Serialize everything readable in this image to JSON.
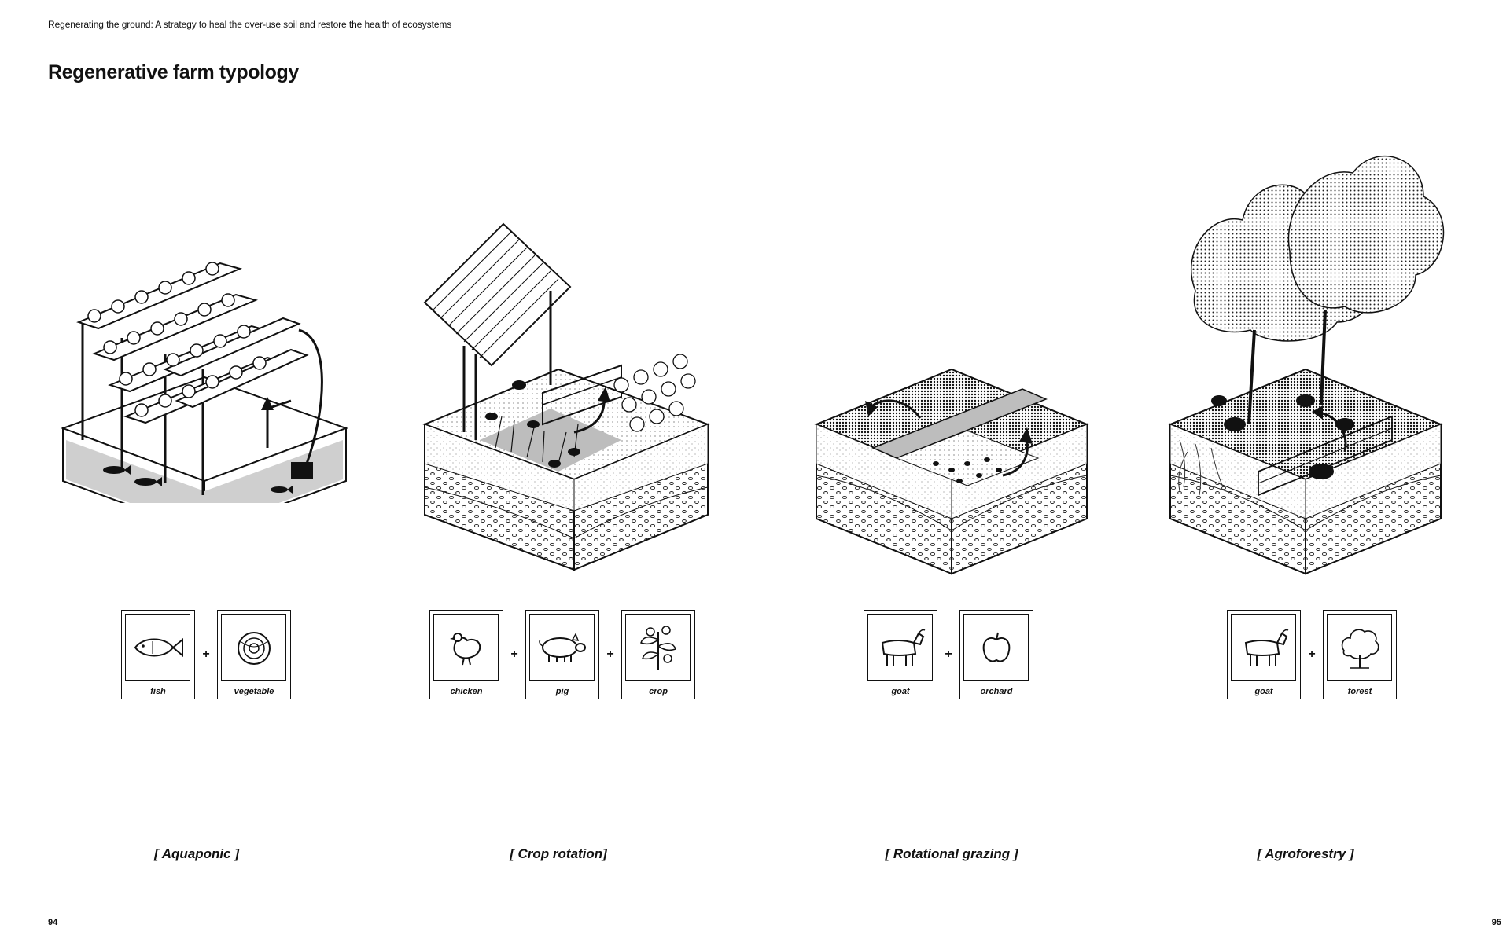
{
  "header": {
    "running_title": "Regenerating the ground: A strategy to heal the over-use soil and restore the health of ecosystems",
    "page_title": "Regenerative farm typology"
  },
  "pages": {
    "left": "94",
    "right": "95"
  },
  "typologies": [
    {
      "caption": "[ Aquaponic ]",
      "items": [
        {
          "label": "fish",
          "icon": "fish-icon"
        },
        {
          "label": "vegetable",
          "icon": "vegetable-icon"
        }
      ]
    },
    {
      "caption": "[ Crop rotation]",
      "items": [
        {
          "label": "chicken",
          "icon": "chicken-icon"
        },
        {
          "label": "pig",
          "icon": "pig-icon"
        },
        {
          "label": "crop",
          "icon": "crop-icon"
        }
      ]
    },
    {
      "caption": "[ Rotational grazing ]",
      "items": [
        {
          "label": "goat",
          "icon": "goat-icon"
        },
        {
          "label": "orchard",
          "icon": "apple-icon"
        }
      ]
    },
    {
      "caption": "[ Agroforestry ]",
      "items": [
        {
          "label": "goat",
          "icon": "goat-icon"
        },
        {
          "label": "forest",
          "icon": "tree-icon"
        }
      ]
    }
  ],
  "plus_sign": "+"
}
